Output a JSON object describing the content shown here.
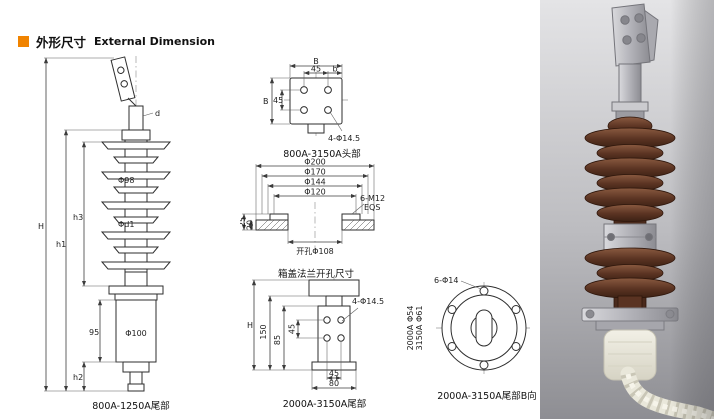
{
  "header": {
    "title_cn": "外形尺寸",
    "title_en": "External Dimension",
    "accent_color": "#f08300"
  },
  "colors": {
    "line": "#3c3c3c",
    "porcelain_brown": "#5a3322",
    "metal_gray": "#b4b4b8"
  },
  "drawings": {
    "side_view": {
      "caption": "800A-1250A尾部",
      "dims": {
        "H": "H",
        "h1": "h1",
        "h3": "h3",
        "h2": "h2",
        "n95": "95",
        "d": "d",
        "phi98": "Φ98",
        "phid1": "Φd1",
        "phi100": "Φ100"
      }
    },
    "head_view": {
      "caption": "800A-3150A头部",
      "dims": {
        "B_top": "B",
        "n45_top": "45",
        "b_top": "b",
        "B_left": "B",
        "n45_left": "45",
        "holes": "4-Φ14.5"
      }
    },
    "flange_view": {
      "caption": "箱盖法兰开孔尺寸",
      "dims": {
        "phi200": "Φ200",
        "phi170": "Φ170",
        "phi144": "Φ144",
        "phi120": "Φ120",
        "bolts": "6-M12",
        "eqs": "EQS",
        "n25": "25",
        "n20": "20",
        "hole": "开孔Φ108"
      }
    },
    "tail_view": {
      "caption": "2000A-3150A尾部",
      "dims": {
        "H": "H",
        "n150": "150",
        "n85": "85",
        "n45": "45",
        "holes": "4-Φ14.5",
        "n45b": "45",
        "n80": "80"
      }
    },
    "tail_b_view": {
      "caption": "2000A-3150A尾部B向",
      "dims": {
        "holes": "6-Φ14",
        "note_2000": "2000A Φ54",
        "note_3150": "3150A Φ61"
      }
    }
  }
}
